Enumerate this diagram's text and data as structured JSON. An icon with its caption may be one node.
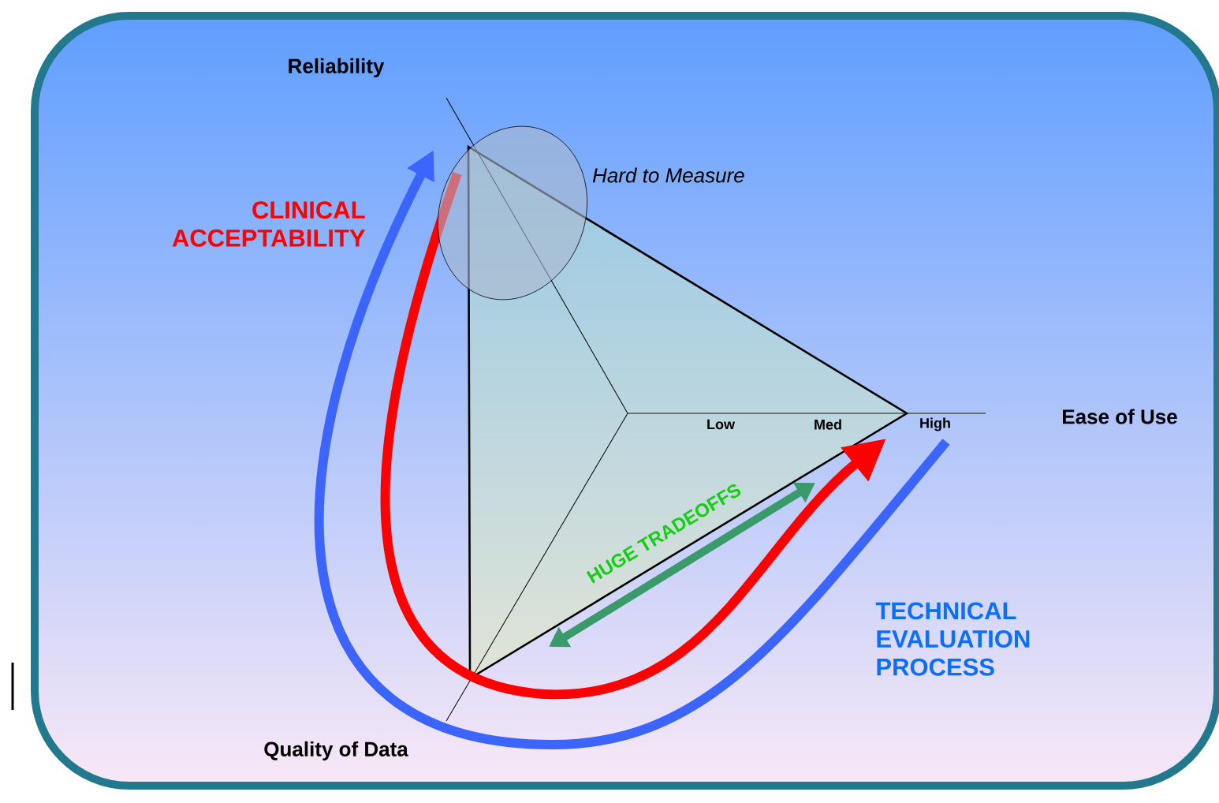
{
  "diagram": {
    "nodes": [
      {
        "text": [],
        "shape": "ellipse",
        "beside": [
          "Hard to Measure"
        ]
      }
    ],
    "labels": [
      "Reliability",
      "CLINICAL ACCEPTABILITY",
      "Ease of Use",
      "Low",
      "Med",
      "High",
      "HUGE TRADEOFFS",
      "TECHNICAL EVALUATION PROCESS",
      "Quality of Data"
    ]
  }
}
